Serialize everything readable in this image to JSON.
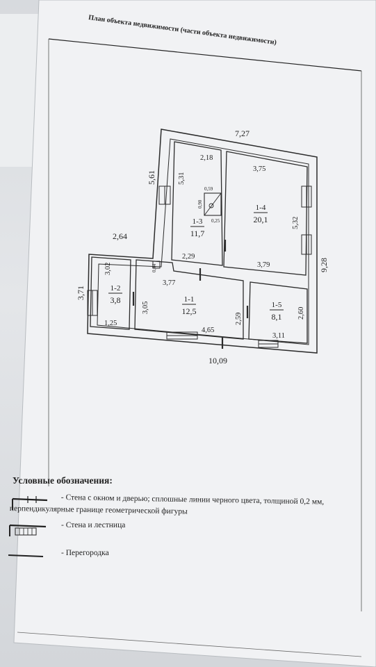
{
  "title": "План объекта недвижимости (части объекта недвижимости)",
  "dimensions": {
    "top_width": "7,27",
    "bottom_width": "10,09",
    "right_height": "9,28",
    "left_upper_height": "5,61",
    "left_step": "2,64",
    "left_lower_height": "3,71",
    "r13_top": "2,18",
    "r13_side": "5,31",
    "r13_bottom": "2,29",
    "r14_top": "3,75",
    "r14_side": "5,32",
    "r14_bottom": "3,79",
    "r12_side": "3,02",
    "r12_bottom": "1,25",
    "r11_top": "3,77",
    "r11_left": "3,05",
    "r11_bottom": "4,65",
    "r11_right": "2,59",
    "r11_corner": "0,44",
    "r15_side": "2,60",
    "r15_bottom": "3,11",
    "chimney_w": "0,59",
    "chimney_h": "0,90",
    "chimney_d": "0,25"
  },
  "rooms": [
    {
      "id": "1-1",
      "area": "12,5"
    },
    {
      "id": "1-2",
      "area": "3,8"
    },
    {
      "id": "1-3",
      "area": "11,7"
    },
    {
      "id": "1-4",
      "area": "20,1"
    },
    {
      "id": "1-5",
      "area": "8,1"
    }
  ],
  "legend": {
    "heading": "Условные обозначения:",
    "items": [
      {
        "text": "- Стена с окном и дверью; сплошные линии черного цвета, толщиной 0,2 мм,",
        "text2": "перпендикулярные границе геометрической фигуры"
      },
      {
        "text": "- Стена и лестница"
      },
      {
        "text": "- Перегородка"
      }
    ]
  }
}
